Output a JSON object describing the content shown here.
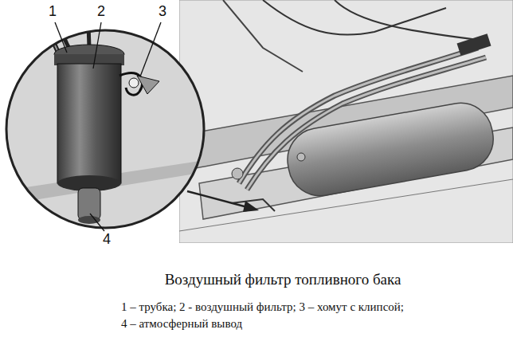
{
  "diagram": {
    "caption": "Воздушный фильтр топливного бака",
    "labels": [
      "1",
      "2",
      "3",
      "4",
      "1 – трубка; 2 - воздушный фильтр; 3 – хомут с клипсой;",
      "4 – атмосферный вывод"
    ]
  }
}
